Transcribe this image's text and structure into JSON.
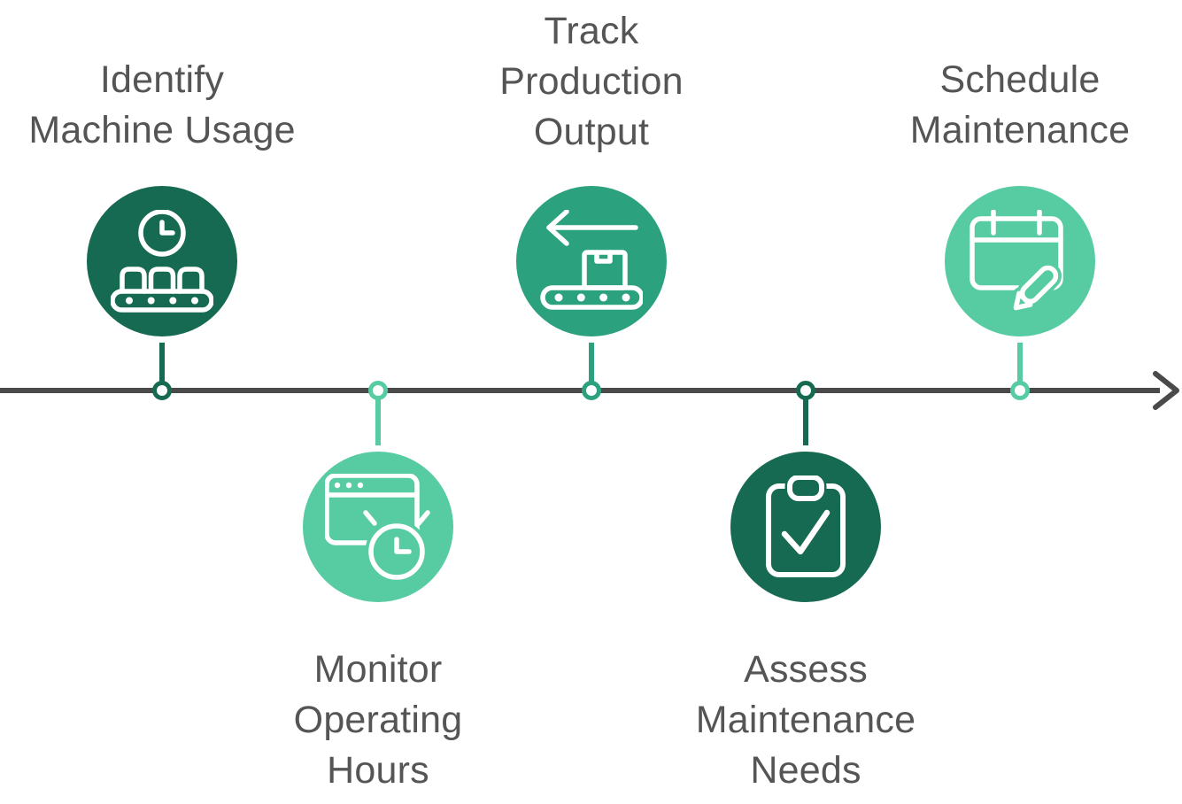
{
  "diagram": {
    "type": "timeline-process",
    "background_color": "#ffffff",
    "text_color": "#555555",
    "timeline": {
      "line_color": "#4a4a4a",
      "direction": "left-to-right",
      "arrow": "right"
    },
    "palette": {
      "dark_green": "#176a52",
      "medium_green": "#2ba17e",
      "light_green": "#57cba1"
    },
    "steps": [
      {
        "label": "Identify\nMachine Usage",
        "icon": "clock-conveyor-icon",
        "circle_color": "#176a52",
        "side": "above"
      },
      {
        "label": "Monitor\nOperating\nHours",
        "icon": "window-clock-icon",
        "circle_color": "#57cba1",
        "side": "below"
      },
      {
        "label": "Track\nProduction\nOutput",
        "icon": "arrow-conveyor-icon",
        "circle_color": "#2ba17e",
        "side": "above"
      },
      {
        "label": "Assess\nMaintenance\nNeeds",
        "icon": "clipboard-check-icon",
        "circle_color": "#176a52",
        "side": "below"
      },
      {
        "label": "Schedule\nMaintenance",
        "icon": "calendar-pencil-icon",
        "circle_color": "#57cba1",
        "side": "above"
      }
    ]
  }
}
